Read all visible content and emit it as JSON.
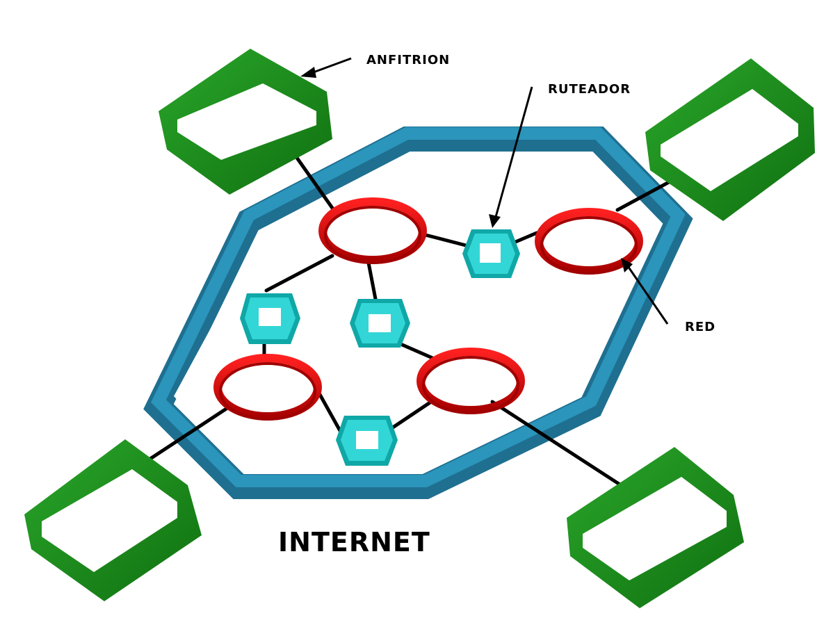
{
  "labels": {
    "host": "ANFITRION",
    "router": "RUTEADOR",
    "network": "RED",
    "internet": "INTERNET"
  },
  "colors": {
    "host_green": "#1e8f1e",
    "host_green_dark": "#137013",
    "network_red": "#e00000",
    "network_red_dark": "#a00000",
    "router_cyan": "#33d6d6",
    "router_cyan_dark": "#10a7a7",
    "internet_blue": "#2b8fb5",
    "internet_blue_dark": "#1a6080"
  }
}
